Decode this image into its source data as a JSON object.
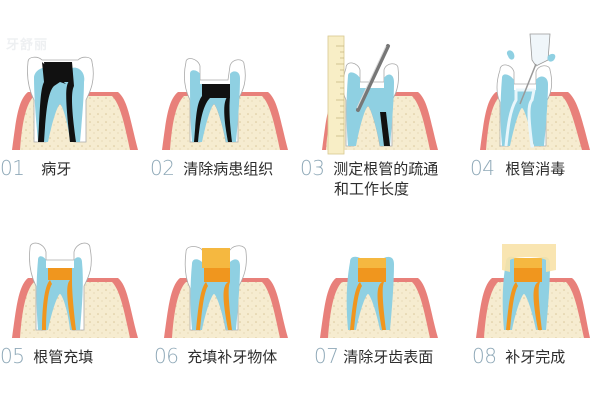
{
  "watermark": "牙舒丽",
  "colors": {
    "gum": "#e8807a",
    "bone": "#f6ecd0",
    "tooth_root": "#8fd0e2",
    "decay": "#111111",
    "filling_orange": "#f0961e",
    "crown_filling": "#f5b840",
    "crown_cap": "#f8e2a8",
    "number": "#8fa9b8",
    "text": "#2d2d2d"
  },
  "steps": [
    {
      "num": "01",
      "label": "病牙",
      "image": "diseased-tooth"
    },
    {
      "num": "02",
      "label": "清除病患组织",
      "image": "remove-infected-tissue"
    },
    {
      "num": "03",
      "label": "测定根管的疏通",
      "label_line2": "和工作长度",
      "image": "measure-canal-length"
    },
    {
      "num": "04",
      "label": "根管消毒",
      "image": "canal-disinfection"
    },
    {
      "num": "05",
      "label": "根管充填",
      "image": "canal-filling"
    },
    {
      "num": "06",
      "label": "充填补牙物体",
      "image": "fill-restoration"
    },
    {
      "num": "07",
      "label": "清除牙齿表面",
      "image": "clean-tooth-surface"
    },
    {
      "num": "08",
      "label": "补牙完成",
      "image": "restoration-complete"
    }
  ]
}
